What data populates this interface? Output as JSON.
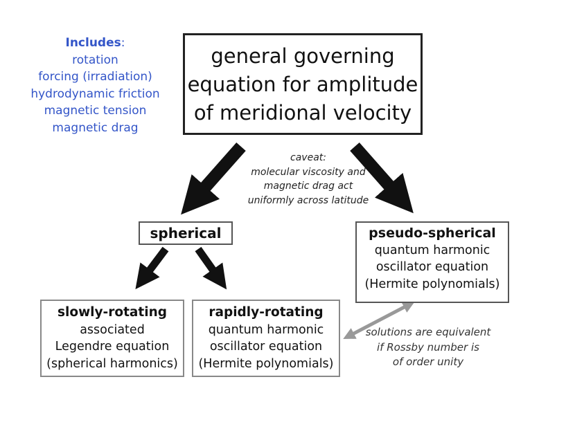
{
  "includes": {
    "heading": "Includes",
    "colon": ":",
    "items": [
      "rotation",
      "forcing (irradiation)",
      "hydrodynamic friction",
      "magnetic tension",
      "magnetic drag"
    ],
    "color": "#3355c8"
  },
  "main_box": {
    "lines": [
      "general governing",
      "equation for amplitude",
      "of meridional velocity"
    ]
  },
  "caveat": {
    "lines": [
      "caveat:",
      "molecular viscosity and",
      "magnetic drag act",
      "uniformly across latitude"
    ]
  },
  "spherical": {
    "title": "spherical"
  },
  "pseudo_spherical": {
    "title": "pseudo-spherical",
    "lines": [
      "quantum harmonic",
      "oscillator equation",
      "(Hermite polynomials)"
    ]
  },
  "slowly_rotating": {
    "title": "slowly-rotating",
    "lines": [
      "associated",
      "Legendre equation",
      "(spherical harmonics)"
    ]
  },
  "rapidly_rotating": {
    "title": "rapidly-rotating",
    "lines": [
      "quantum harmonic",
      "oscillator equation",
      "(Hermite polynomials)"
    ]
  },
  "equivalence_note": {
    "lines": [
      "solutions are equivalent",
      "if Rossby number is",
      "of order unity"
    ]
  },
  "colors": {
    "arrow_dark": "#111111",
    "arrow_grey": "#999999"
  }
}
